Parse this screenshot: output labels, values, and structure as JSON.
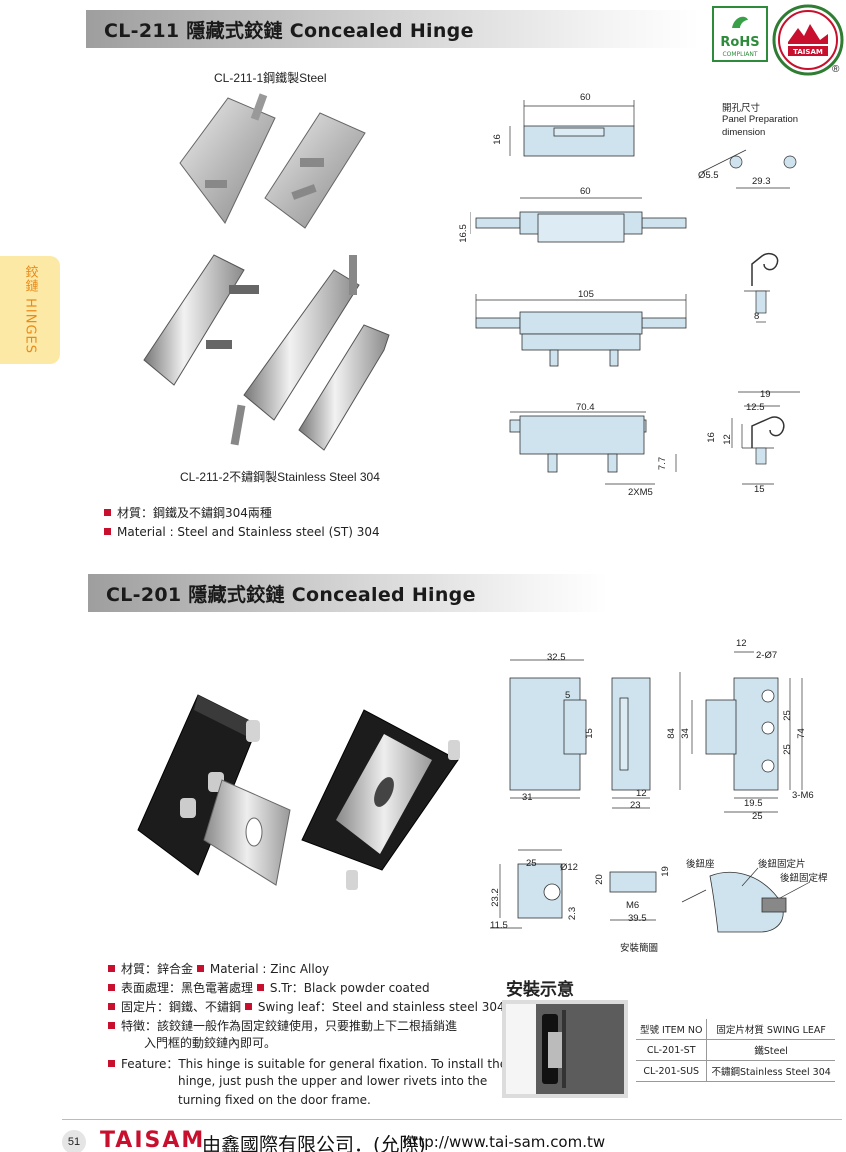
{
  "section1": {
    "title": "CL-211  隱藏式鉸鏈  Concealed Hinge",
    "caption_steel": "CL-211-1鋼鐵製Steel",
    "caption_ss": "CL-211-2不鏽鋼製Stainless Steel 304",
    "bullets": [
      "材質：鋼鐵及不鏽鋼304兩種",
      "Material : Steel and Stainless steel (ST) 304"
    ],
    "panel_prep": [
      "開孔尺寸",
      "Panel Preparation",
      "dimension"
    ],
    "dims": {
      "top_w": "60",
      "top_h": "16",
      "hole_d": "Ø5.5",
      "hole_spacing": "29.3",
      "mid_w": "60",
      "mid_h": "16.5",
      "full_w": "105",
      "side_w": "8",
      "base_w": "70.4",
      "base_h": "7.7",
      "thread": "2XM5",
      "prof_w1": "19",
      "prof_w2": "12.5",
      "prof_h1": "16",
      "prof_h2": "12",
      "prof_base": "15"
    }
  },
  "section2": {
    "title": "CL-201 隱藏式鉸鏈 Concealed Hinge",
    "bullets": [
      {
        "zh": "材質：鋅合金",
        "en": "Material : Zinc Alloy"
      },
      {
        "zh": "表面處理：黑色電著處理",
        "en": "S.Tr：Black powder coated"
      },
      {
        "zh": "固定片：鋼鐵、不鏽鋼",
        "en": "Swing leaf：Steel and stainless steel 304"
      }
    ],
    "feature_zh": [
      "特徵：該鉸鏈一般作為固定鉸鏈使用，只要推動上下二根插銷進",
      "入門框的動鉸鏈內即可。"
    ],
    "feature_en": [
      "Feature：This hinge is suitable for general fixation. To install the",
      "hinge, just push the upper and lower rivets into the",
      "turning fixed on the door frame."
    ],
    "install_title": "安裝示意",
    "install_diagram_label": "安裝簡圖",
    "callouts": [
      "後鈕座",
      "後鈕固定片",
      "後鈕固定桿"
    ],
    "dims": {
      "w325": "32.5",
      "w5": "5",
      "h15": "15",
      "w31": "31",
      "w12a": "12",
      "w23": "23",
      "h84": "84",
      "h34": "34",
      "w12b": "12",
      "holes": "2-Ø7",
      "h25a": "25",
      "h25b": "25",
      "h74": "74",
      "w195": "19.5",
      "thread": "3-M6",
      "w25a": "25",
      "w25b": "25",
      "d12": "Ø12",
      "h232": "23.2",
      "w115": "11.5",
      "h23": "2.3",
      "h20": "20",
      "h19": "19",
      "m6": "M6",
      "w395": "39.5"
    },
    "table": {
      "headers": [
        "型號  ITEM NO",
        "固定片材質  SWING LEAF"
      ],
      "rows": [
        [
          "CL-201-ST",
          "鐵Steel"
        ],
        [
          "CL-201-SUS",
          "不鏽鋼Stainless Steel 304"
        ]
      ]
    }
  },
  "logos": {
    "rohs_main": "RoHS",
    "rohs_sub": "COMPLIANT",
    "taisam_badge": "TAISAM",
    "registered": "®"
  },
  "side_tab": "鉸鏈 HINGES",
  "footer": {
    "page": "51",
    "brand": "TAISAM",
    "company": "由鑫國際有限公司．(允際)",
    "url": "http://www.tai-sam.com.tw"
  },
  "colors": {
    "accent_red": "#c8102e",
    "drawing_fill": "#cfe3ef",
    "tab_fill": "#fde9a6",
    "tab_text": "#e88a1a"
  }
}
